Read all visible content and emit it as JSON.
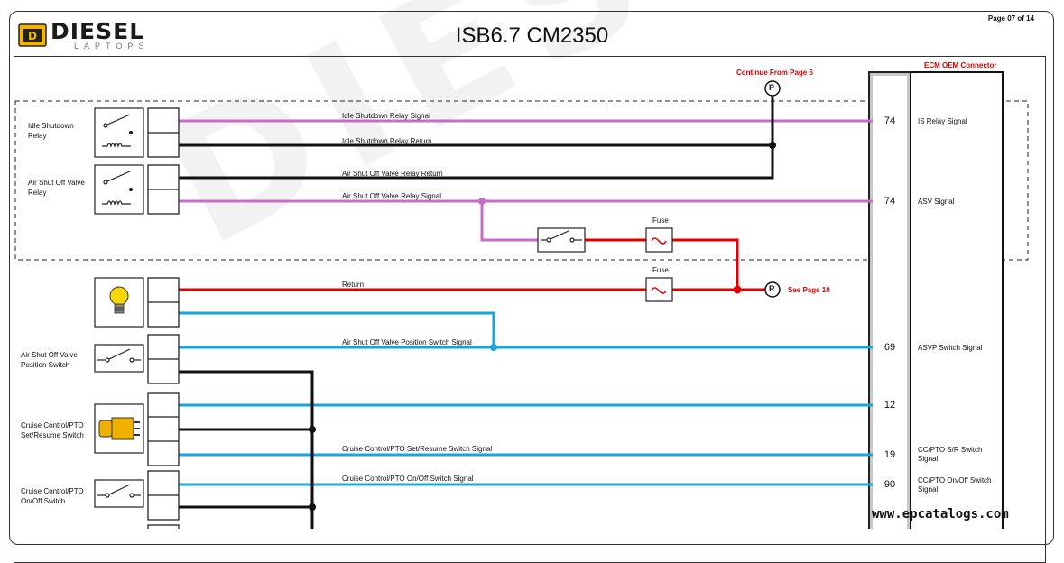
{
  "header": {
    "logo_text": "DIESEL",
    "logo_sub": "LAPTOPS",
    "title": "ISB6.7 CM2350",
    "page_number": "Page 07 of 14"
  },
  "watermark": "DIESEL",
  "components": {
    "idle_shutdown_relay": "Idle Shutdown\nRelay",
    "air_shutoff_valve_relay": "Air Shut Off Valve\nRelay",
    "air_shutoff_valve_position_switch": "Air Shut Off Valve\nPosition Switch",
    "cruise_set_resume_switch": "Cruise Control/PTO\nSet/Resume Switch",
    "cruise_on_off_switch": "Cruise Control/PTO\nOn/Off Switch"
  },
  "wires": {
    "idle_shutdown_relay_signal": "Idle Shutdown Relay Signal",
    "idle_shutdown_relay_return": "Idle Shutdown Relay Return",
    "air_shutoff_valve_relay_return": "Air Shut Off Valve Relay Return",
    "air_shutoff_valve_relay_signal": "Air Shut Off Valve Relay Signal",
    "return": "Return",
    "air_shutoff_valve_position_switch_signal": "Air Shut Off Valve Position Switch Signal",
    "cruise_set_resume_switch_signal": "Cruise Control/PTO Set/Resume Switch Signal",
    "cruise_on_off_switch_signal": "Cruise Control/PTO On/Off Switch Signal"
  },
  "fuses": {
    "upper": "Fuse",
    "lower": "Fuse"
  },
  "references": {
    "continue_from": "Continue From Page 6",
    "marker_p": "P",
    "marker_r": "R",
    "see_page": "See Page 10"
  },
  "connector": {
    "title": "ECM OEM Connector",
    "pins": [
      {
        "pin": "74",
        "label": "IS Relay Signal"
      },
      {
        "pin": "74",
        "label": "ASV Signal"
      },
      {
        "pin": "69",
        "label": "ASVP Switch Signal"
      },
      {
        "pin": "12",
        "label": ""
      },
      {
        "pin": "19",
        "label": "CC/PTO S/R Switch\nSignal"
      },
      {
        "pin": "90",
        "label": "CC/PTO On/Off Switch\nSignal"
      }
    ]
  },
  "colors": {
    "pink_wire": "#c86cc8",
    "black_wire": "#111111",
    "red_wire": "#e00000",
    "blue_wire": "#1aa3dc",
    "connector_fill": "#c8c8c8"
  },
  "footer": {
    "site": "www.epcatalogs.com"
  }
}
